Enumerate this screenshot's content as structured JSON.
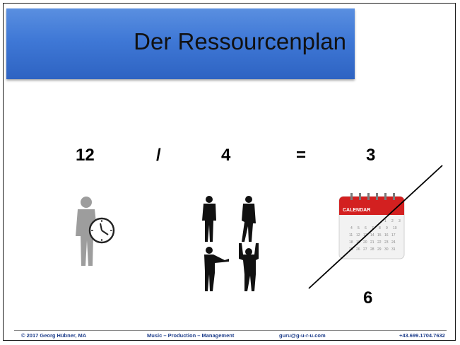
{
  "slide": {
    "title": "Der Ressourcenplan"
  },
  "equation": {
    "hours": "12",
    "divide": "/",
    "people": "4",
    "equals": "=",
    "result": "3",
    "corrected_result": "6"
  },
  "calendar": {
    "header_label": "CALENDAR",
    "header_color": "#d32020"
  },
  "footer": {
    "copyright": "© 2017 Georg Hübner, MA",
    "tagline": "Music – Production – Management",
    "email": "guru@g-u-r-u.com",
    "phone": "+43.699.1704.7632"
  },
  "colors": {
    "title_bar": "#3f78d6",
    "footer_text": "#1f3f8c"
  },
  "icons": [
    "clock-person-icon",
    "team-silhouettes-icon",
    "calendar-icon"
  ]
}
